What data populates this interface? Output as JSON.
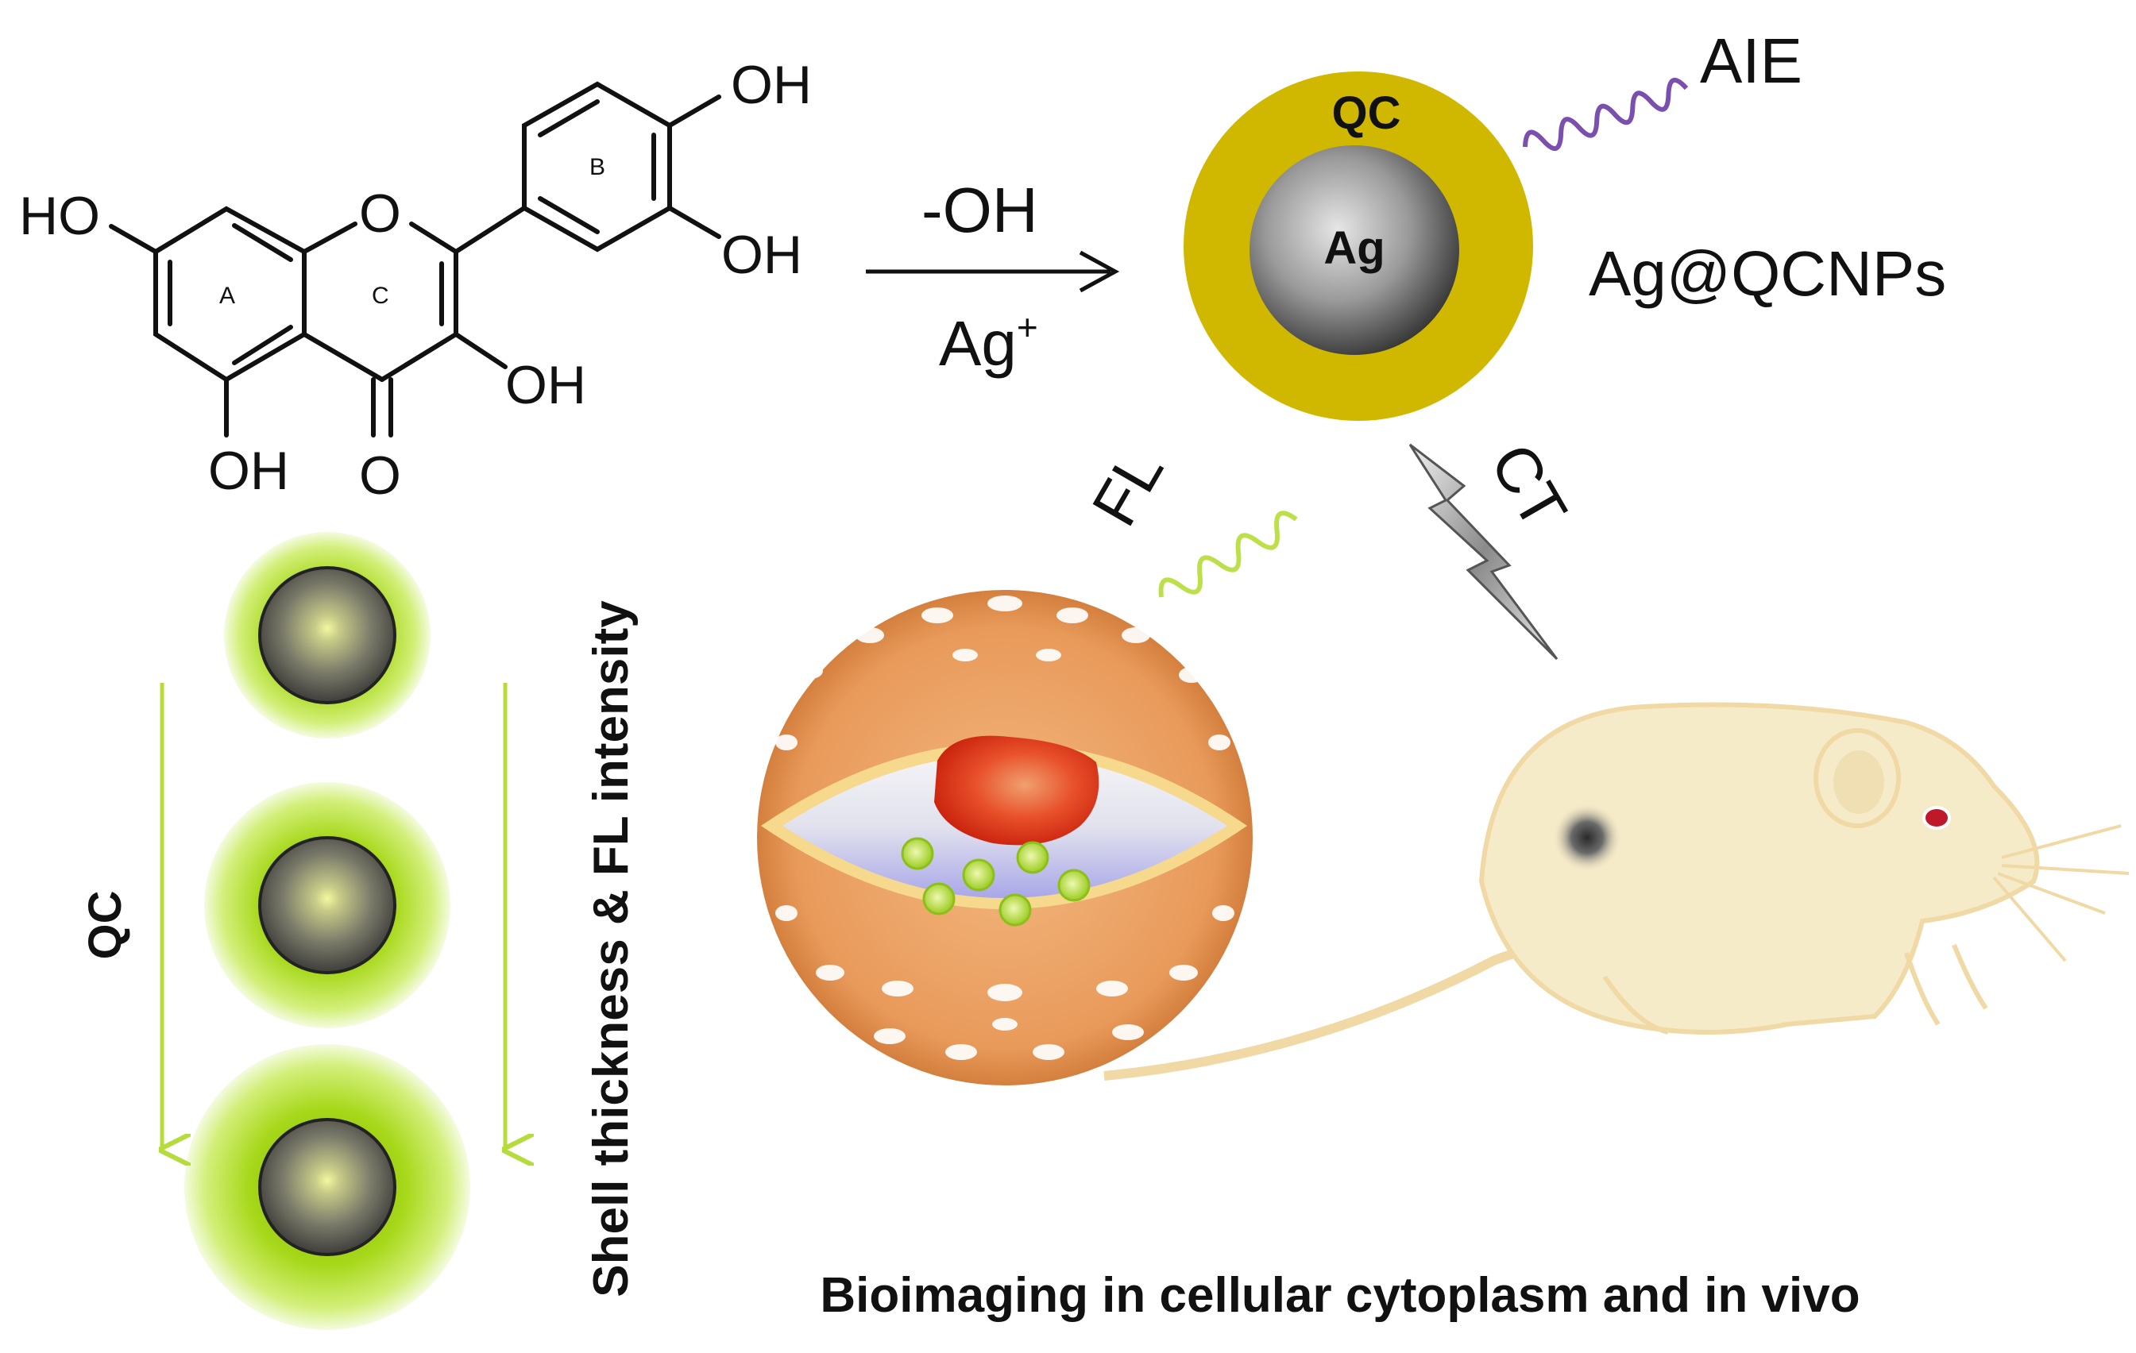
{
  "molecule": {
    "atoms": {
      "oh_top_right": "OH",
      "oh_mid_right": "OH",
      "oh_left": "HO",
      "oh_ring_c": "OH",
      "oh_bottom": "OH",
      "o_ring": "O",
      "o_carbonyl": "O"
    },
    "ring_labels": {
      "a": "A",
      "b": "B",
      "c": "C"
    }
  },
  "reaction": {
    "above_arrow": "-OH",
    "below_arrow_base": "Ag",
    "below_arrow_sup": "+"
  },
  "nanoparticle": {
    "shell_label": "QC",
    "core_label": "Ag",
    "name": "Ag@QCNPs",
    "emission_label": "AIE"
  },
  "imaging": {
    "fl_label": "FL",
    "ct_label": "CT",
    "caption": "Bioimaging in cellular cytoplasm and in vivo"
  },
  "trend": {
    "left_label": "QC",
    "right_label": "Shell thickness & FL intensity"
  },
  "colors": {
    "shell_gold": "#d1b800",
    "glow_green": "#9dd400",
    "arrow_green": "#b5dc3a",
    "aie_purple": "#7a4fae",
    "fl_green": "#bde04a",
    "cell_orange": "#e8a064",
    "nucleus_red": "#e23a1e",
    "mouse_cream": "#f6ebc9",
    "mouse_eye": "#c0182a"
  }
}
